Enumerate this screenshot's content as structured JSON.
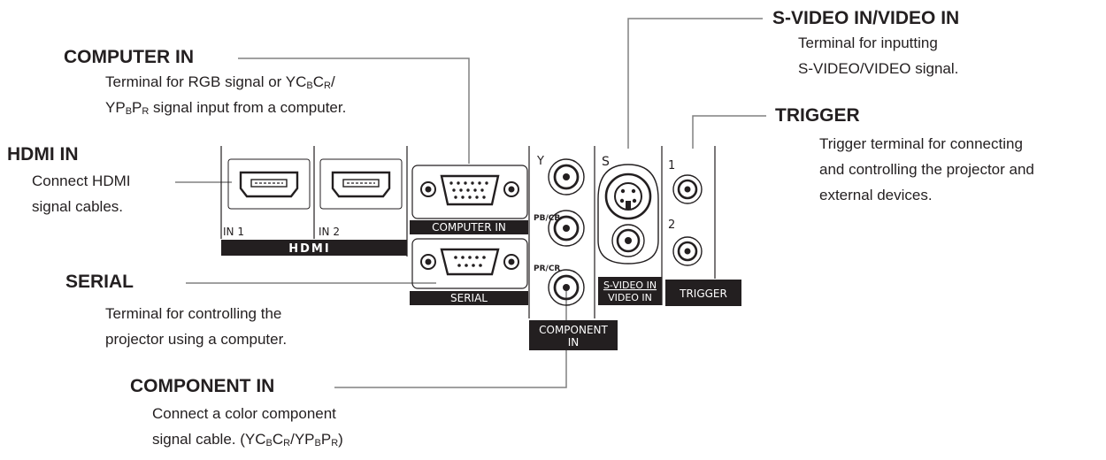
{
  "callouts": {
    "hdmi_in": {
      "title": "HDMI IN",
      "desc_lines": [
        "Connect HDMI",
        "signal cables."
      ]
    },
    "computer_in": {
      "title": "COMPUTER IN",
      "desc_line1": {
        "a": "Terminal for RGB signal or YC",
        "b": "B",
        "c": "C",
        "d": "R",
        "e": "/"
      },
      "desc_line2": {
        "a": "YP",
        "b": "B",
        "c": "P",
        "d": "R",
        "e": " signal input from a computer."
      }
    },
    "serial": {
      "title": "SERIAL",
      "desc_lines": [
        "Terminal for controlling the",
        "projector using a computer."
      ]
    },
    "component_in": {
      "title": "COMPONENT IN",
      "desc_line1": "Connect a color component",
      "desc_line2": {
        "a": "signal cable. (YC",
        "b": "B",
        "c": "C",
        "d": "R",
        "e": "/YP",
        "f": "B",
        "g": "P",
        "h": "R",
        "i": ")"
      }
    },
    "svideo_in": {
      "title": "S-VIDEO IN/VIDEO IN",
      "desc_lines": [
        "Terminal for inputting",
        "S-VIDEO/VIDEO signal."
      ]
    },
    "trigger": {
      "title": "TRIGGER",
      "desc_lines": [
        "Trigger terminal for connecting",
        "and controlling the projector and",
        "external devices."
      ]
    }
  },
  "panel": {
    "hdmi_in1": "IN 1",
    "hdmi_in2": "IN 2",
    "hdmi_logo": "HDMI",
    "computer_in": "COMPUTER  IN",
    "serial": "SERIAL",
    "y_label": "Y",
    "pb_label": "PB/CB",
    "pr_label": "PR/CR",
    "component_line1": "COMPONENT",
    "component_line2": "IN",
    "s_label": "S",
    "svideo_line1": "S-VIDEO IN",
    "svideo_line2": "VIDEO IN",
    "trig1": "1",
    "trig2": "2",
    "trigger": "TRIGGER"
  },
  "colors": {
    "text": "#231f20",
    "line": "#808080",
    "bar": "#231f20"
  }
}
